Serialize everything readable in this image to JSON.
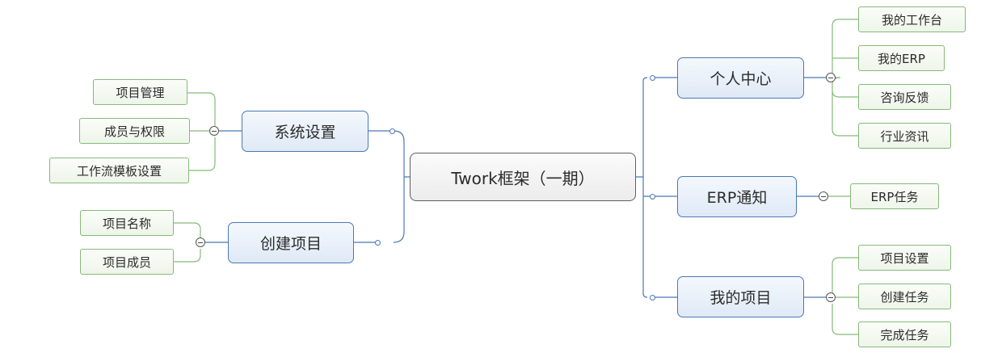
{
  "root": {
    "label": "Twork框架（一期）"
  },
  "branches": {
    "personal_center": {
      "label": "个人中心",
      "children": [
        "我的工作台",
        "我的ERP",
        "咨询反馈",
        "行业资讯"
      ]
    },
    "erp_notice": {
      "label": "ERP通知",
      "children": [
        "ERP任务"
      ]
    },
    "my_projects": {
      "label": "我的项目",
      "children": [
        "项目设置",
        "创建任务",
        "完成任务"
      ]
    },
    "system_settings": {
      "label": "系统设置",
      "children": [
        "项目管理",
        "成员与权限",
        "工作流模板设置"
      ]
    },
    "create_project": {
      "label": "创建项目",
      "children": [
        "项目名称",
        "项目成员"
      ]
    }
  },
  "colors": {
    "branch_line": "#4a78b5",
    "leaf_line": "#86b97a",
    "root_border": "#5f5f5f"
  }
}
